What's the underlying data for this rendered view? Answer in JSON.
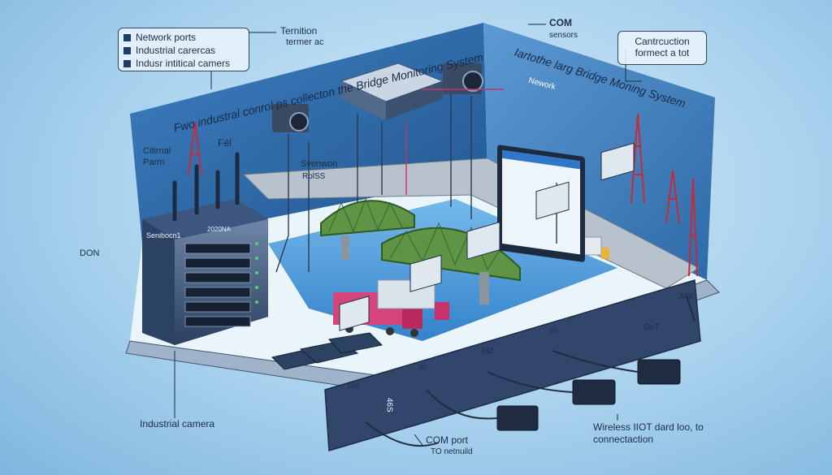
{
  "legend": {
    "items": [
      "Network ports",
      "Industrial carercas",
      "Indusr intitical camers"
    ]
  },
  "labels": {
    "ternition": "Ternition",
    "termer_ac": "termer ac",
    "com": "COM",
    "sensors": "sensors",
    "cantruction_line1": "Cantrcuction",
    "cantruction_line2": "formect a tot",
    "left_wall_title": "Fwo industral conrol ps collecton the Bridge Monitoring System",
    "right_wall_title": "Iartothe larg Bridge Moning System",
    "network": "Nework",
    "citirnal": "Citirnal",
    "parm": "Parm",
    "fel": "Fél",
    "sevenwon": "Svenwon",
    "rolss": "RolSS",
    "don": "DON",
    "switch_brand": "Senibocn1",
    "switch_tag": "2020NA",
    "industrial_camera": "Industrial camera",
    "com_port": "COM port",
    "to_netnuild": "TO netnuild",
    "wireless_line1": "Wireless IIOT dard loo, to",
    "wireless_line2": "connectaction",
    "port_16s": "16S",
    "port_465": "46S",
    "port_30": "30",
    "port_342": "342",
    "port_35": "35",
    "port_got": "GoT",
    "port_ape": "APE"
  },
  "colors": {
    "wall": "#2f6aa8",
    "floor": "#eaf4fb",
    "water": "#3b8fd6",
    "bridge": "#4f7d3c",
    "device": "#2c4263",
    "truck": "#c8326a"
  }
}
